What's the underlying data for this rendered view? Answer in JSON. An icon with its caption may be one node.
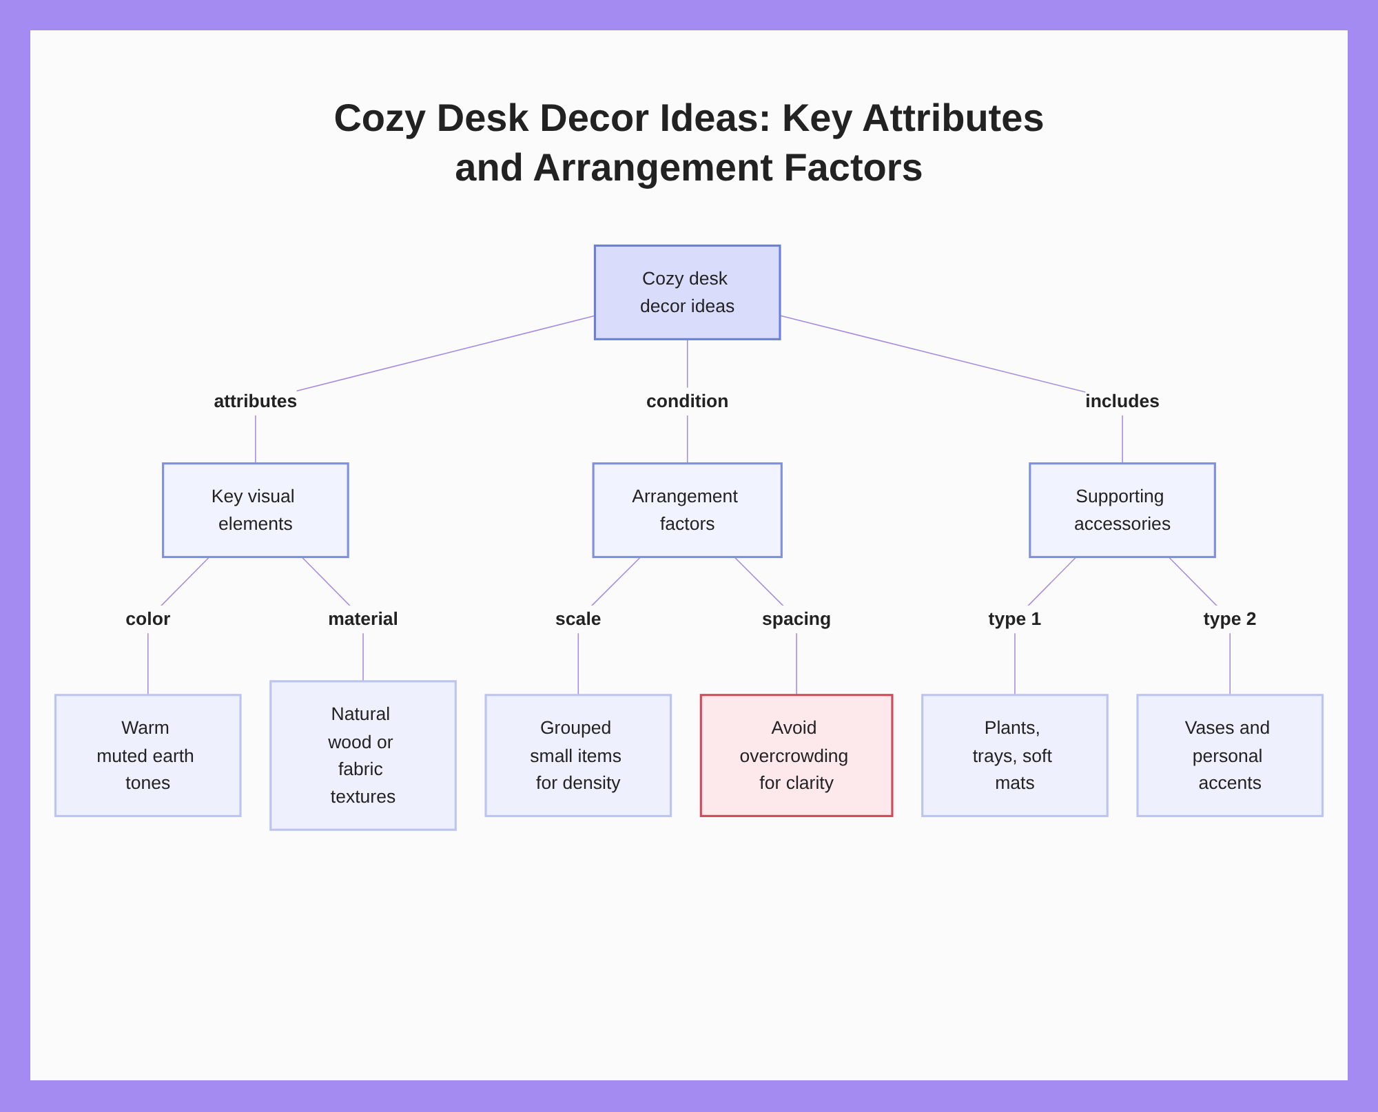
{
  "diagram": {
    "title": "Cozy Desk Decor Ideas: Key Attributes and Arrangement Factors",
    "nodes": [
      {
        "text": [
          "Cozy desk decor ideas"
        ]
      },
      {
        "text": [
          "Key visual elements"
        ]
      },
      {
        "text": [
          "Arrangement factors"
        ]
      },
      {
        "text": [
          "Supporting accessories"
        ]
      },
      {
        "text": [
          "Warm muted earth tones"
        ]
      },
      {
        "text": [
          "Natural wood or fabric textures"
        ]
      },
      {
        "text": [
          "Grouped small items for density"
        ]
      },
      {
        "text": [
          "Avoid overcrowding for clarity"
        ]
      },
      {
        "text": [
          "Plants, trays, soft mats"
        ]
      },
      {
        "text": [
          "Vases and personal accents"
        ]
      }
    ],
    "edges": [
      {
        "from": 0,
        "to": 1,
        "arrow": "none",
        "label": "attributes"
      },
      {
        "from": 0,
        "to": 2,
        "arrow": "none",
        "label": "condition"
      },
      {
        "from": 0,
        "to": 3,
        "arrow": "none",
        "label": "includes"
      },
      {
        "from": 1,
        "to": 4,
        "arrow": "none",
        "label": "color"
      },
      {
        "from": 1,
        "to": 5,
        "arrow": "none",
        "label": "material"
      },
      {
        "from": 2,
        "to": 6,
        "arrow": "none",
        "label": "scale"
      },
      {
        "from": 2,
        "to": 7,
        "arrow": "none",
        "label": "spacing"
      },
      {
        "from": 3,
        "to": 8,
        "arrow": "none",
        "label": "type 1"
      },
      {
        "from": 3,
        "to": 9,
        "arrow": "none",
        "label": "type 2"
      }
    ]
  }
}
